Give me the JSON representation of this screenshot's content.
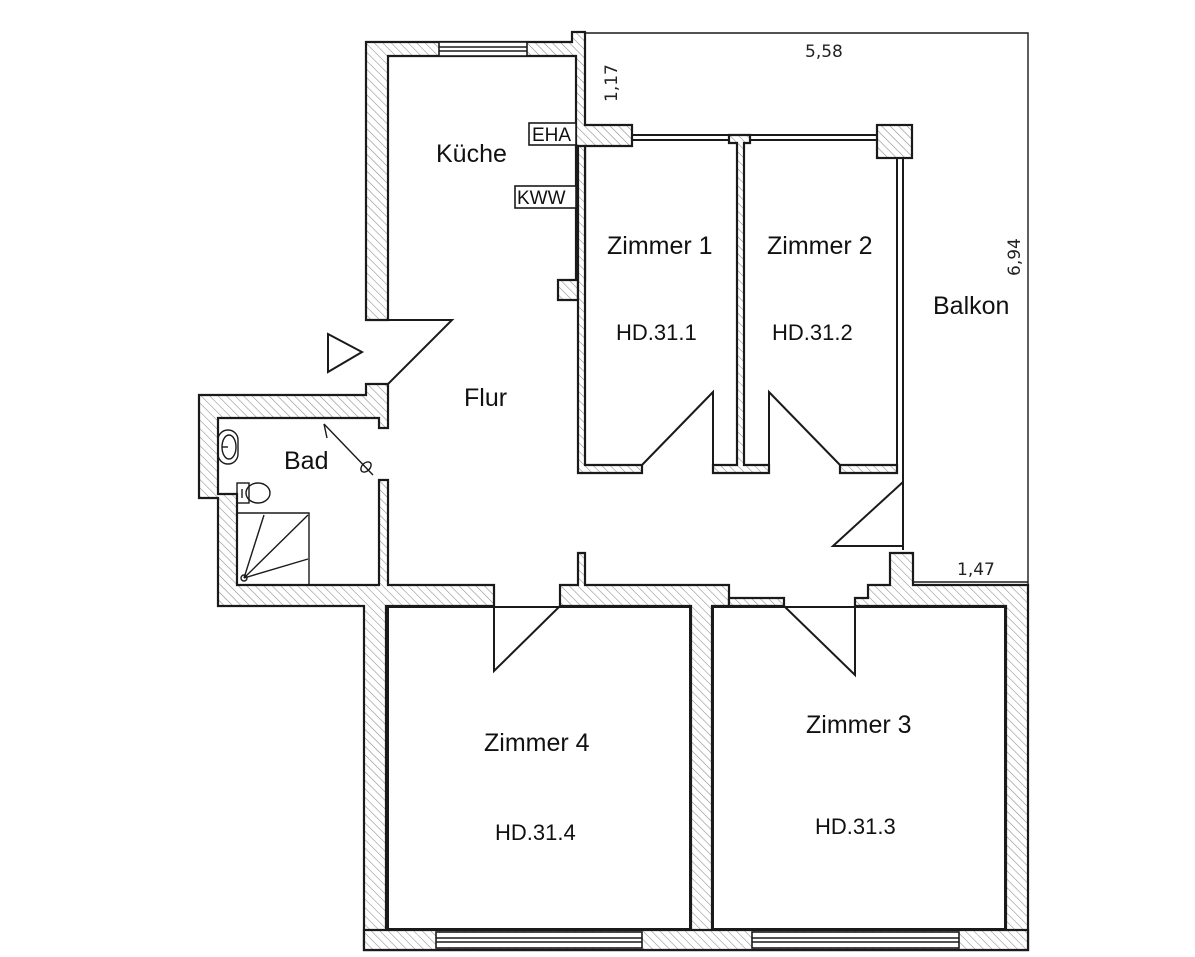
{
  "plan": {
    "rooms": [
      {
        "id": "kueche",
        "label": "Küche",
        "code": ""
      },
      {
        "id": "flur",
        "label": "Flur",
        "code": ""
      },
      {
        "id": "bad",
        "label": "Bad",
        "code": ""
      },
      {
        "id": "zimmer1",
        "label": "Zimmer 1",
        "code": "HD.31.1"
      },
      {
        "id": "zimmer2",
        "label": "Zimmer 2",
        "code": "HD.31.2"
      },
      {
        "id": "zimmer3",
        "label": "Zimmer 3",
        "code": "HD.31.3"
      },
      {
        "id": "zimmer4",
        "label": "Zimmer 4",
        "code": "HD.31.4"
      },
      {
        "id": "balkon",
        "label": "Balkon",
        "code": ""
      }
    ],
    "fixtures": {
      "eha": "EHA",
      "kww": "KWW"
    },
    "dimensions": {
      "balcony_width": "5,58",
      "balcony_depth": "1,17",
      "balcony_length": "6,94",
      "balcony_lower": "1,47"
    },
    "colors": {
      "wall_stroke": "#1a1a1a",
      "hatch": "#8a8a8a",
      "background": "#ffffff"
    }
  }
}
